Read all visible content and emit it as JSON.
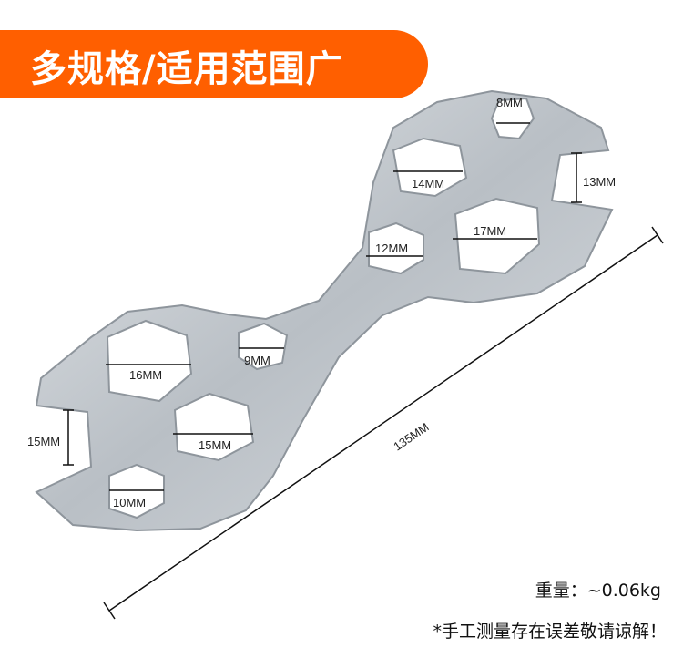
{
  "banner": {
    "title": "多规格/适用范围广",
    "color": "#ff5f00"
  },
  "sizes": {
    "s8": "8MM",
    "s13": "13MM",
    "s14": "14MM",
    "s17": "17MM",
    "s12": "12MM",
    "s9": "9MM",
    "s16": "16MM",
    "s15_inner": "15MM",
    "s15_jaw": "15MM",
    "s10": "10MM",
    "length": "135MM"
  },
  "specs": {
    "weight": "重量：~0.06kg",
    "note": "*手工测量存在误差敬请谅解！"
  }
}
